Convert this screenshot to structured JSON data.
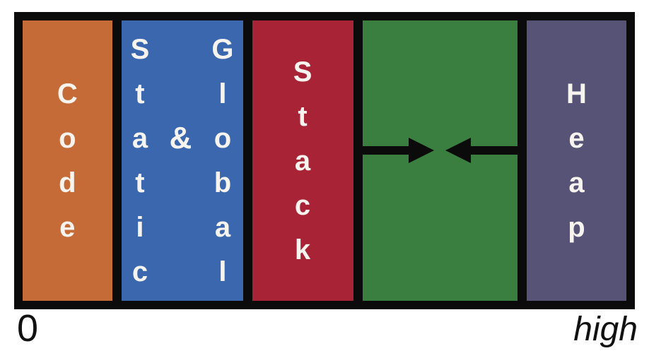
{
  "figure": {
    "axis": {
      "low_label": "0",
      "high_label": "high"
    },
    "segments": {
      "code": {
        "name": "Code",
        "letters": [
          "C",
          "o",
          "d",
          "e"
        ],
        "color": "#c56b37"
      },
      "static_global": {
        "left_word": {
          "name": "Static",
          "letters": [
            "S",
            "t",
            "a",
            "t",
            "i",
            "c"
          ]
        },
        "ampersand": "&",
        "right_word": {
          "name": "Global",
          "letters": [
            "G",
            "l",
            "o",
            "b",
            "a",
            "l"
          ]
        },
        "color": "#3a67ae"
      },
      "stack": {
        "name": "Stack",
        "letters": [
          "S",
          "t",
          "a",
          "c",
          "k"
        ],
        "color": "#a92336"
      },
      "free_space": {
        "name": "",
        "color": "#3a7e40"
      },
      "heap": {
        "name": "Heap",
        "letters": [
          "H",
          "e",
          "a",
          "p"
        ],
        "color": "#565377"
      }
    },
    "colors": {
      "frame": "#0b0b0b",
      "letter": "#f7f4ef",
      "background": "#ffffff",
      "arrow": "#0b0b0b"
    }
  }
}
